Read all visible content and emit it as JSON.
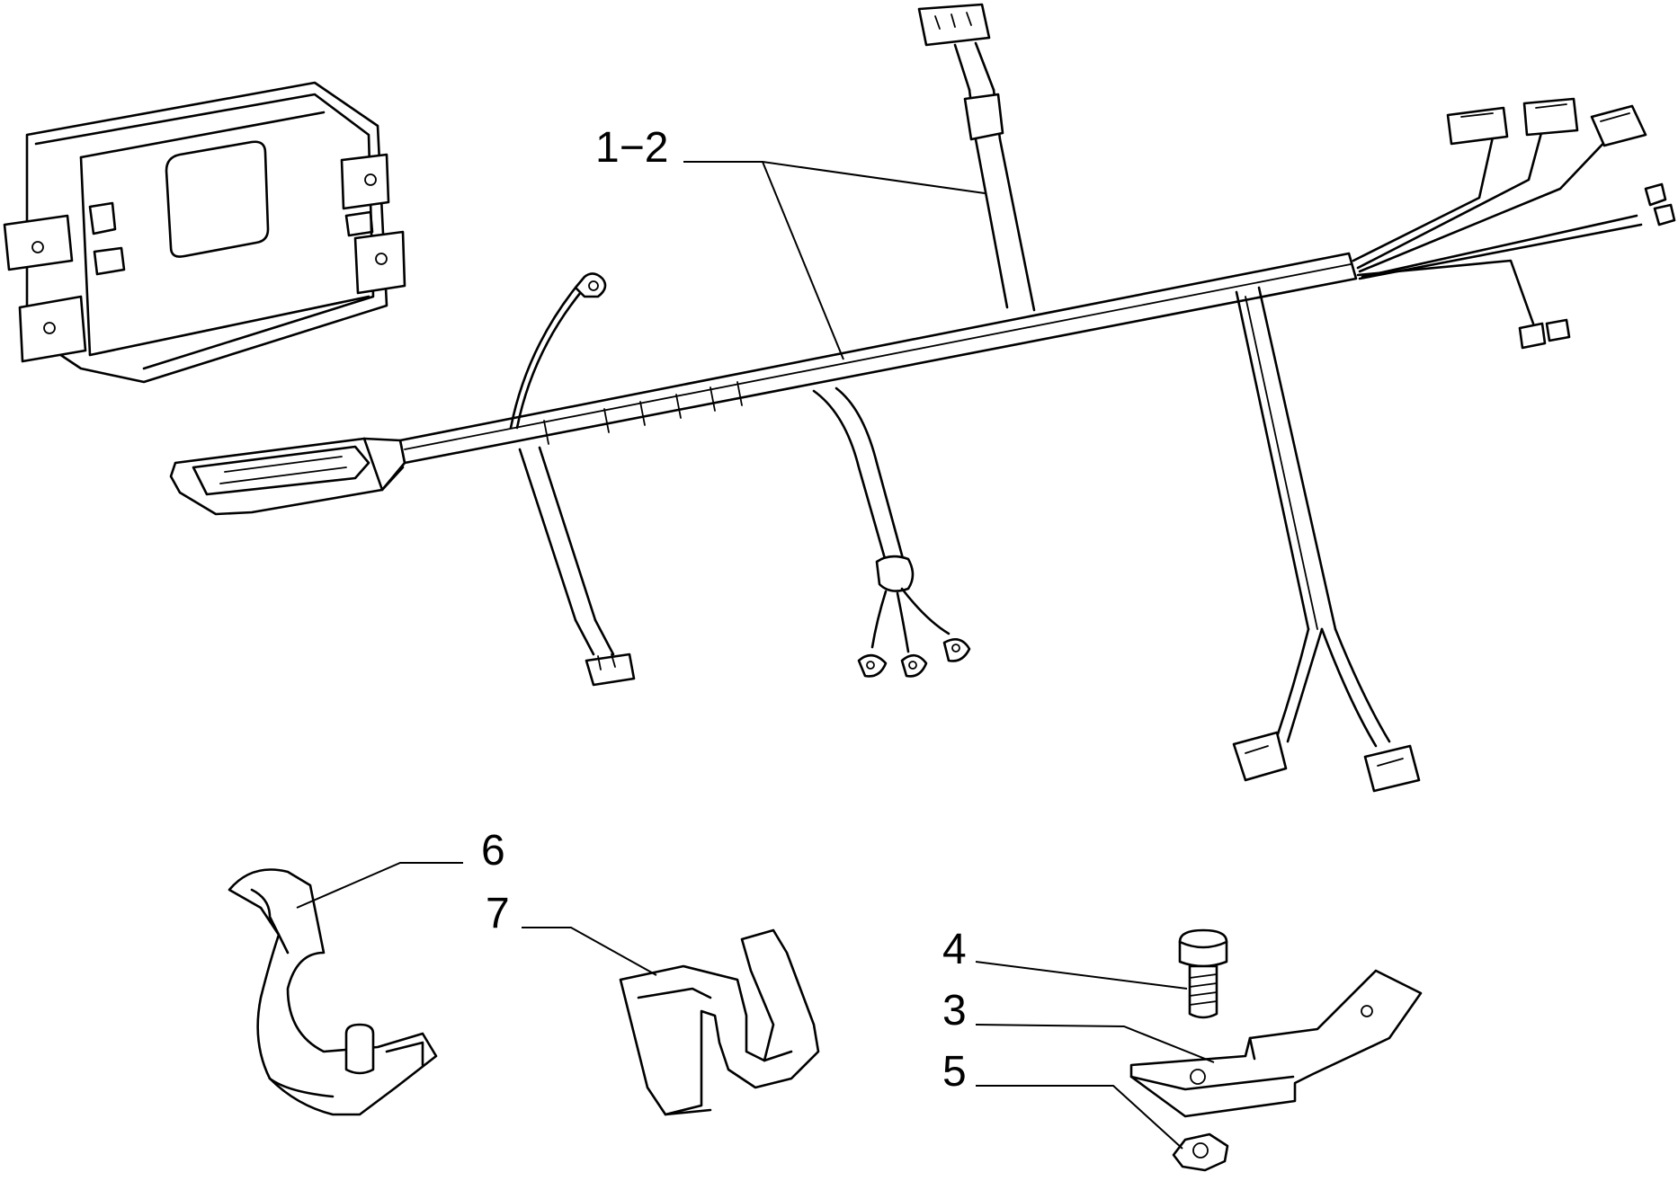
{
  "callouts": {
    "harness": "1−2",
    "clip": "6",
    "spring_clip": "7",
    "bolt": "4",
    "bracket": "3",
    "nut": "5"
  },
  "colors": {
    "ink": "#000000",
    "paper": "#ffffff"
  }
}
